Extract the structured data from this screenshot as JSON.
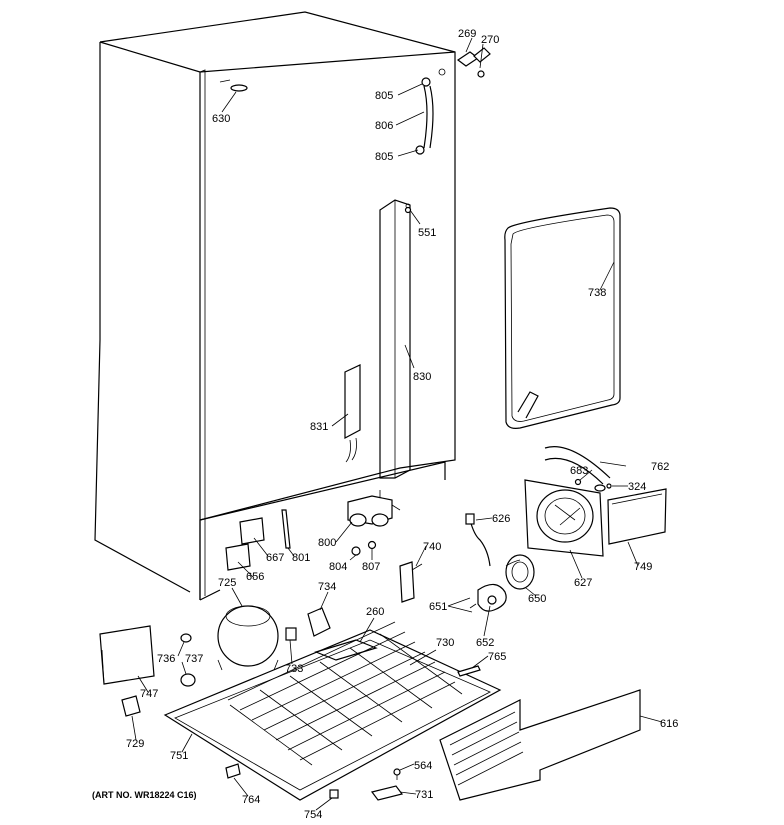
{
  "diagram": {
    "art_number": "(ART NO. WR18224 C16)",
    "parts": {
      "p269": "269",
      "p270": "270",
      "p805a": "805",
      "p806": "806",
      "p805b": "805",
      "p630": "630",
      "p551": "551",
      "p738": "738",
      "p830": "830",
      "p831": "831",
      "p683": "683",
      "p762": "762",
      "p324": "324",
      "p626": "626",
      "p667": "667",
      "p801": "801",
      "p800": "800",
      "p656": "656",
      "p804": "804",
      "p807": "807",
      "p740": "740",
      "p627": "627",
      "p749": "749",
      "p725": "725",
      "p734": "734",
      "p650": "650",
      "p651": "651",
      "p260": "260",
      "p652": "652",
      "p730": "730",
      "p736": "736",
      "p737": "737",
      "p733": "733",
      "p765": "765",
      "p747": "747",
      "p616": "616",
      "p729": "729",
      "p751": "751",
      "p564": "564",
      "p764": "764",
      "p731": "731",
      "p754": "754"
    }
  }
}
